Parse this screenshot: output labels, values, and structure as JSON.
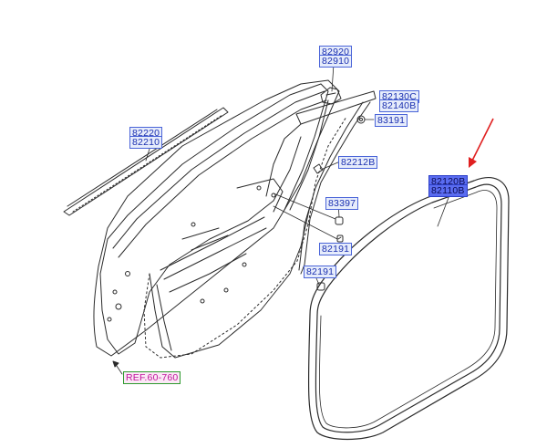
{
  "parts": {
    "p82920": "82920",
    "p82910": "82910",
    "p82220": "82220",
    "p82210": "82210",
    "p82130c": "82130C",
    "p82140b": "82140B",
    "p83191": "83191",
    "p82212b": "82212B",
    "p83397": "83397",
    "p82191a": "82191",
    "p82191b": "82191",
    "p82120b": "82120B",
    "p82110b": "82110B",
    "ref": "REF.60-760"
  },
  "colors": {
    "line": "#2b2b2b",
    "callout_text": "#1a2fb0",
    "callout_fill": "#e6ecfb",
    "highlight_fill": "#5a6cf0",
    "ref_text": "#c0139a",
    "arrow": "#e02020"
  }
}
